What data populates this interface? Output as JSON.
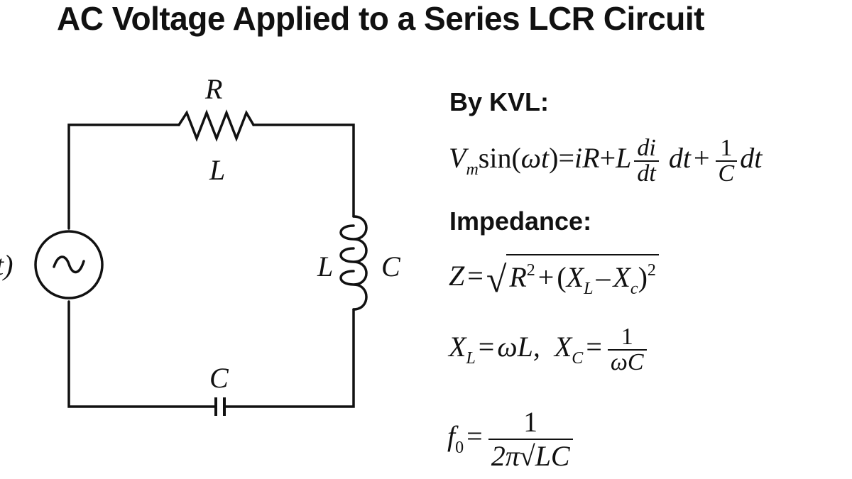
{
  "title": "AC Voltage Applied to a Series LCR Circuit",
  "circuit": {
    "resistor_label": "R",
    "resistor_sublabel": "L",
    "inductor_left_label": "L",
    "inductor_right_label": "C",
    "capacitor_label": "C",
    "source_left_label": "t)",
    "source_symbol": "~"
  },
  "kvl": {
    "heading": "By KVL:",
    "lhs_V": "V",
    "lhs_m": "m",
    "lhs_sin": "sin(",
    "lhs_omega_t": "ωt",
    "lhs_close": ")",
    "eq_sign": "=",
    "term_iR": "iR",
    "plus1": "+",
    "term_L": "L",
    "frac1_num": "di",
    "frac1_den": "dt",
    "term_dt": "dt",
    "plus2": "+",
    "frac2_num": "1",
    "frac2_den": "C",
    "term_dt2": "dt"
  },
  "impedance": {
    "heading": "Impedance:",
    "Z": "Z",
    "eq_sign": "=",
    "R": "R",
    "R_exp": "2",
    "plus": "+",
    "open_paren": "(",
    "XL": "X",
    "XL_sub": "L",
    "minus": "–",
    "XC": "X",
    "XC_sub": "c",
    "close_paren": ")",
    "paren_exp": "2"
  },
  "reactance": {
    "XL": "X",
    "XL_sub": "L",
    "eq1": "=",
    "omegaL": "ωL,",
    "XC": "X",
    "XC_sub": "C",
    "eq2": "=",
    "frac_num": "1",
    "frac_den": "ωC"
  },
  "resonance": {
    "f": "f",
    "f_sub": "0",
    "eq": "=",
    "num": "1",
    "den_prefix": "2π",
    "den_root": "LC"
  }
}
